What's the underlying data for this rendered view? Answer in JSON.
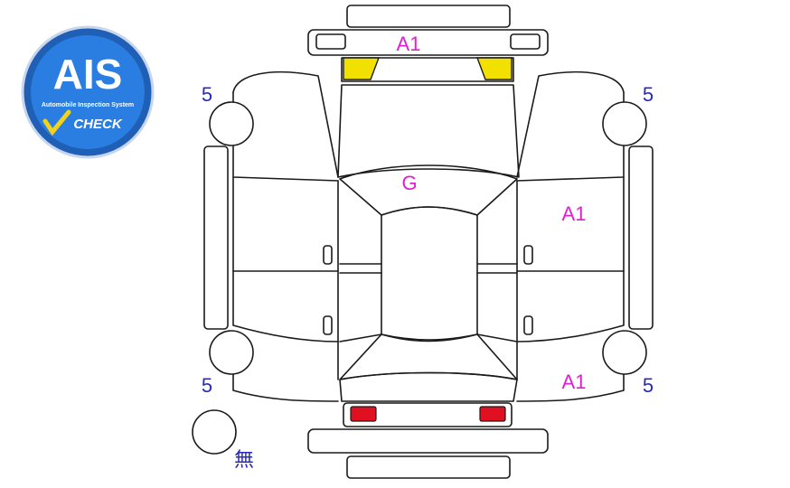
{
  "logo": {
    "title": "AIS",
    "subtitle": "Automobile Inspection System",
    "check": "CHECK",
    "colors": {
      "outer": "#1f5fb5",
      "inner": "#2a7de1",
      "check_mark": "#f2d21b"
    }
  },
  "colors": {
    "outline": "#1a1a1a",
    "mark_magenta": "#e020d0",
    "mark_blue": "#2a2ab8",
    "headlight": "#f2e000",
    "taillight": "#e01020"
  },
  "marks": {
    "front_bumper": "A1",
    "windshield": "G",
    "right_side": "A1",
    "right_rear": "A1",
    "tire_front_left": "5",
    "tire_front_right": "5",
    "tire_rear_left": "5",
    "tire_rear_right": "5",
    "spare_tire": "無"
  }
}
